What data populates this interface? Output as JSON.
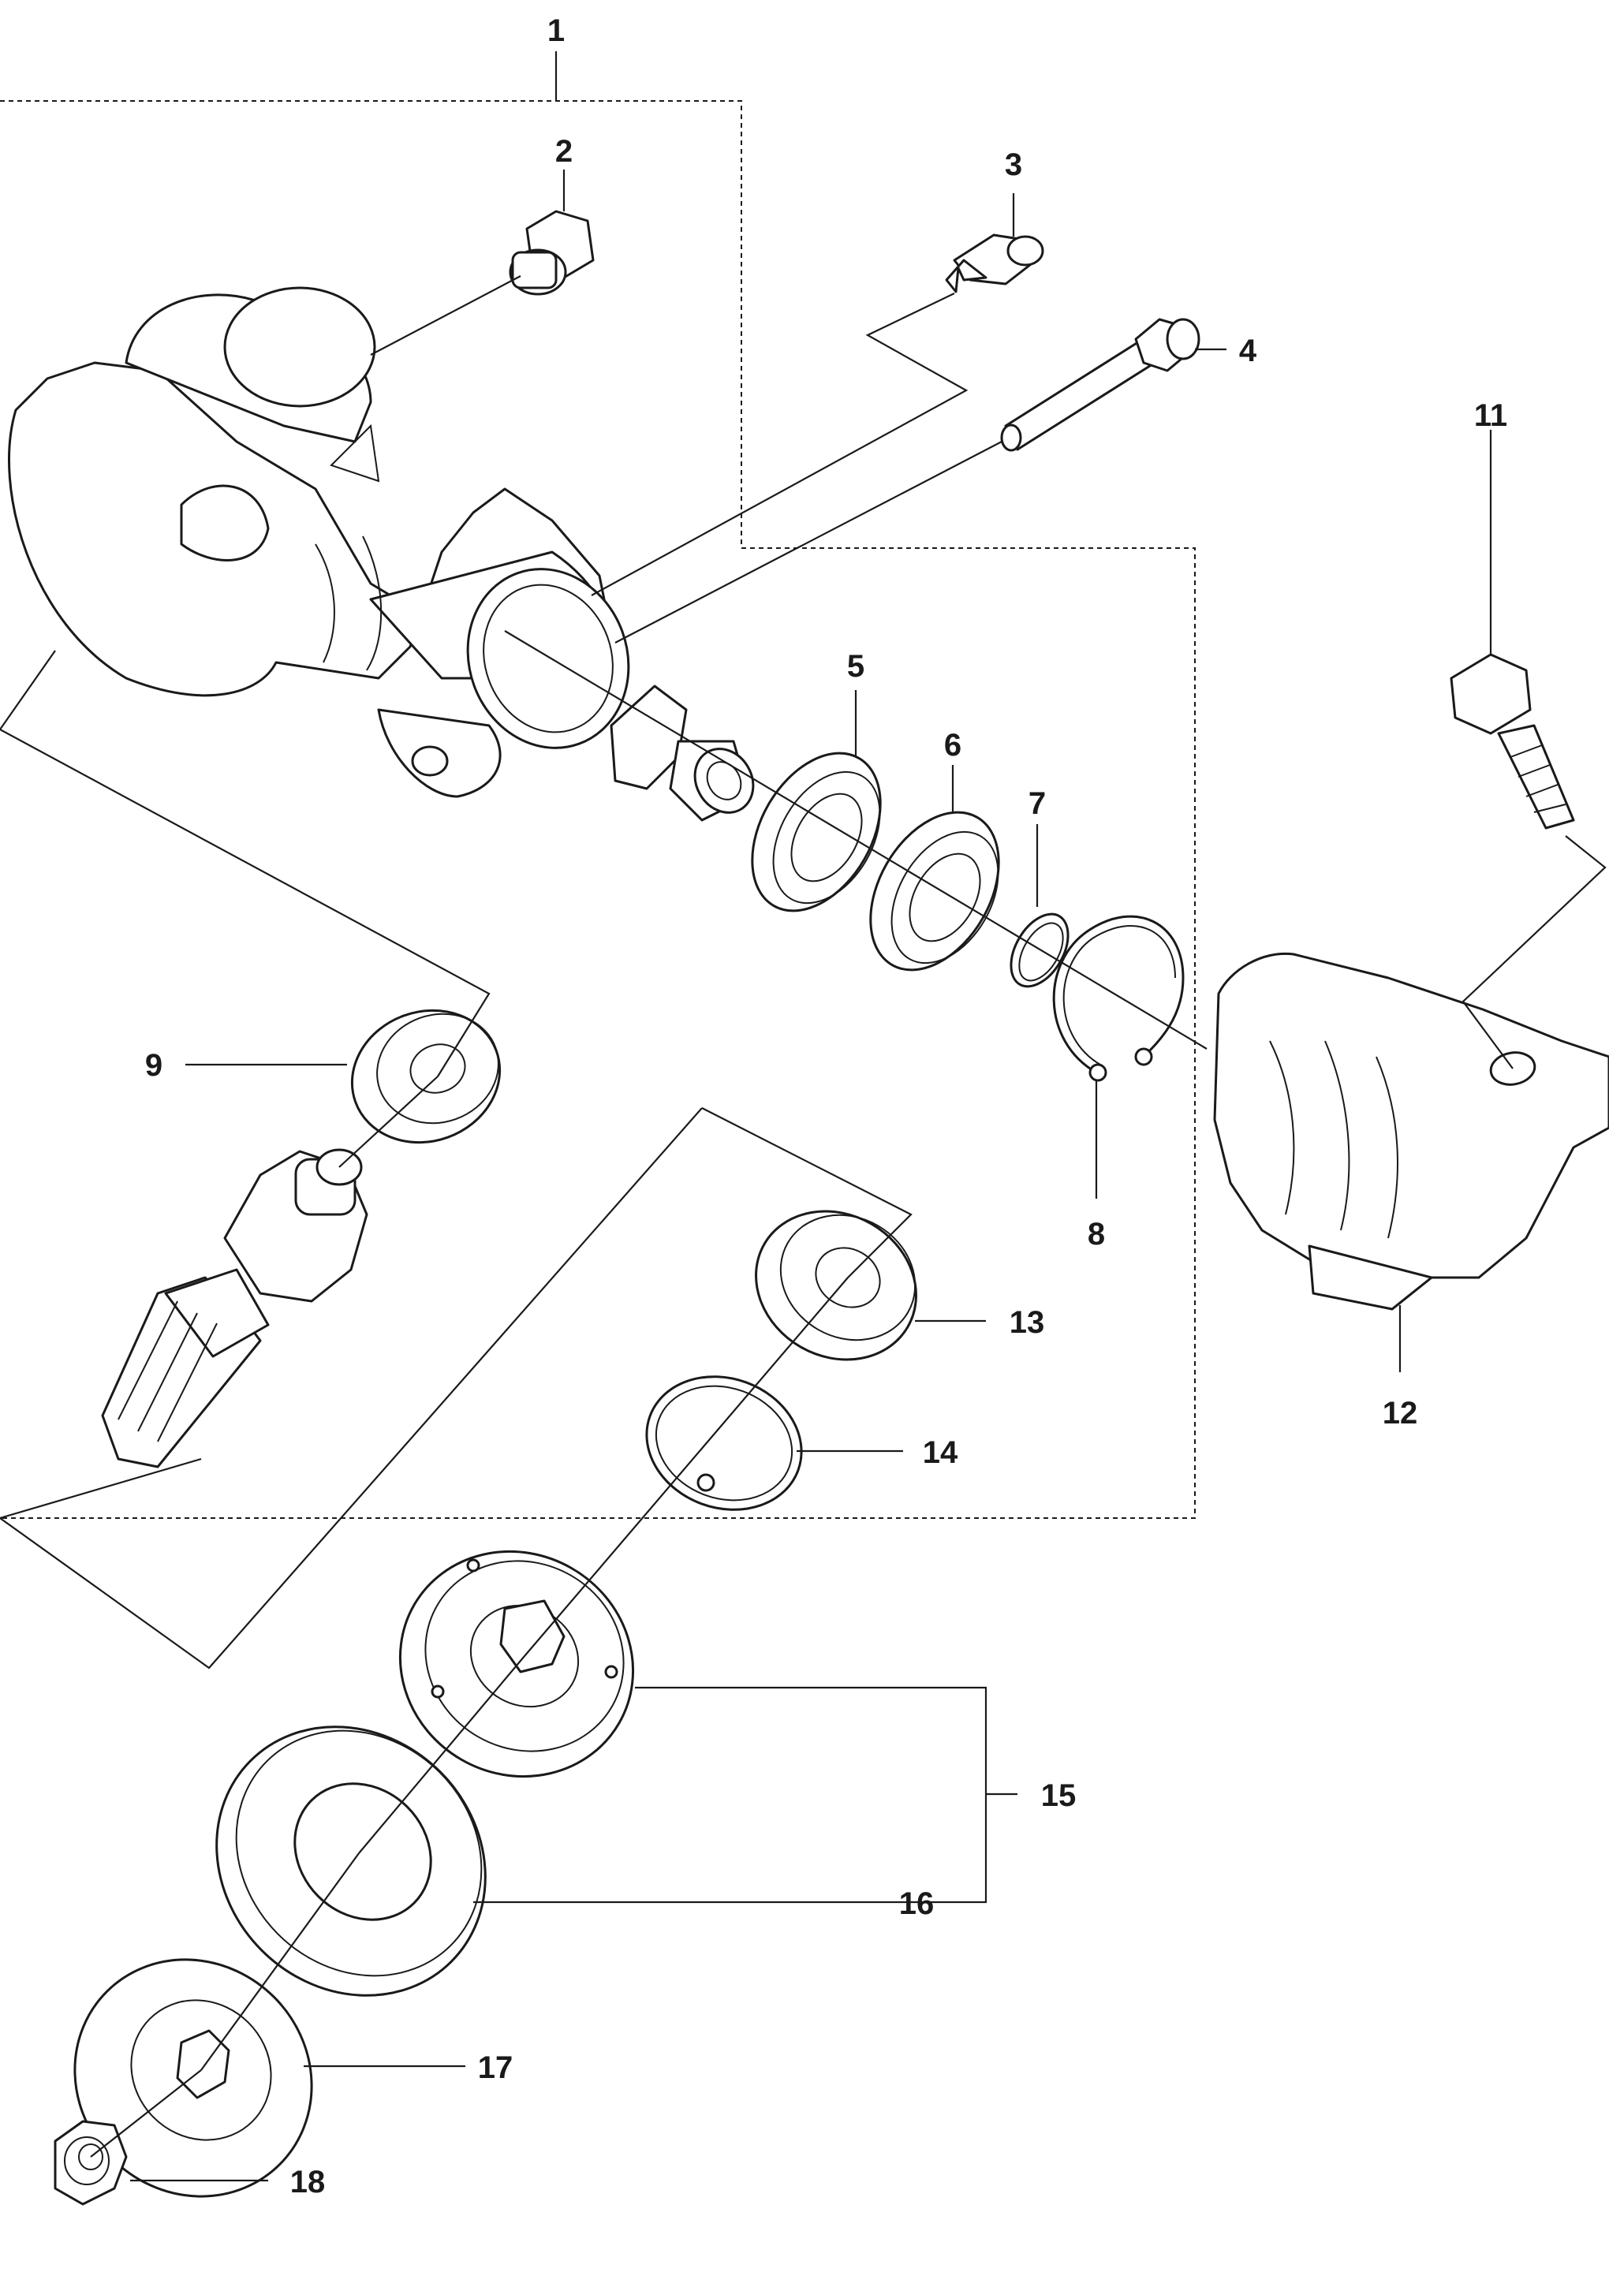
{
  "callouts": [
    {
      "id": "1",
      "label": "1"
    },
    {
      "id": "2",
      "label": "2"
    },
    {
      "id": "3",
      "label": "3"
    },
    {
      "id": "4",
      "label": "4"
    },
    {
      "id": "5",
      "label": "5"
    },
    {
      "id": "6",
      "label": "6"
    },
    {
      "id": "7",
      "label": "7"
    },
    {
      "id": "8",
      "label": "8"
    },
    {
      "id": "9",
      "label": "9"
    },
    {
      "id": "11",
      "label": "11"
    },
    {
      "id": "12",
      "label": "12"
    },
    {
      "id": "13",
      "label": "13"
    },
    {
      "id": "14",
      "label": "14"
    },
    {
      "id": "15",
      "label": "15"
    },
    {
      "id": "16",
      "label": "16"
    },
    {
      "id": "17",
      "label": "17"
    },
    {
      "id": "18",
      "label": "18"
    }
  ]
}
